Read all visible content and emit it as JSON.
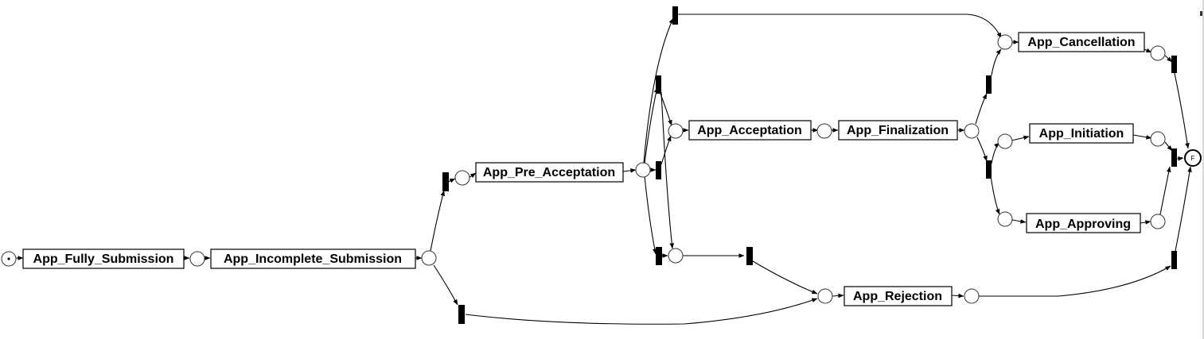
{
  "diagram": {
    "kind": "petri-net",
    "colors": {
      "stroke": "#000000",
      "place_fill": "#ffffff",
      "silent_fill": "#000000"
    },
    "tasks": [
      {
        "id": "fully_submission",
        "label": "App_Fully_Submission"
      },
      {
        "id": "incomplete_submission",
        "label": "App_Incomplete_Submission"
      },
      {
        "id": "pre_acceptation",
        "label": "App_Pre_Acceptation"
      },
      {
        "id": "acceptation",
        "label": "App_Acceptation"
      },
      {
        "id": "finalization",
        "label": "App_Finalization"
      },
      {
        "id": "cancellation",
        "label": "App_Cancellation"
      },
      {
        "id": "initiation",
        "label": "App_Initiation"
      },
      {
        "id": "approving",
        "label": "App_Approving"
      },
      {
        "id": "rejection",
        "label": "App_Rejection"
      }
    ],
    "final_place_label": "F"
  }
}
